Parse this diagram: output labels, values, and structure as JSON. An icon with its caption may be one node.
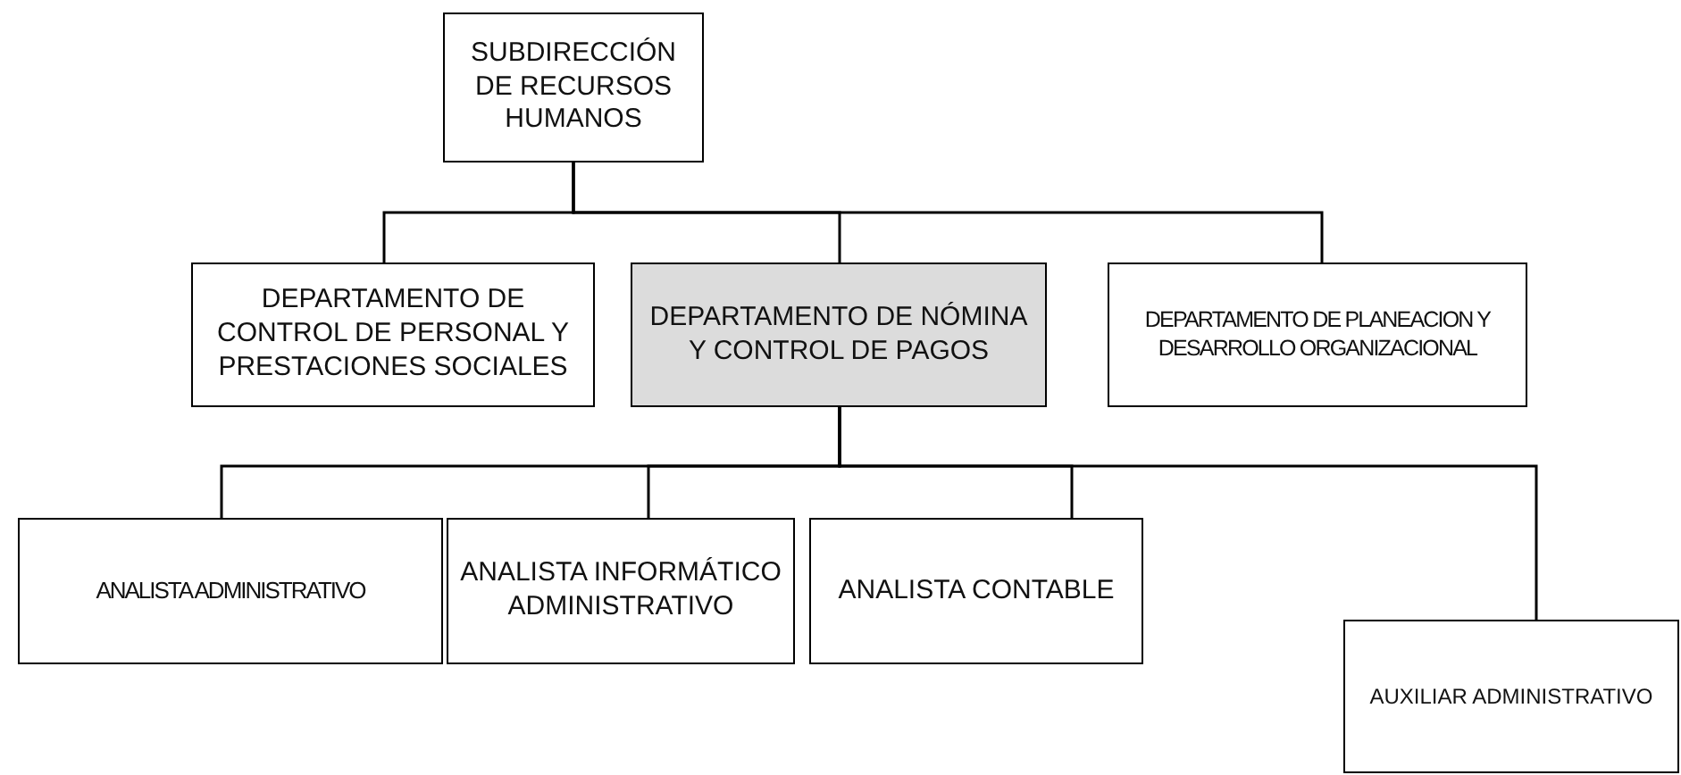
{
  "diagram": {
    "nodes": [
      {
        "text": [
          "SUBDIRECCIÓN DE RECURSOS HUMANOS"
        ]
      },
      {
        "text": [
          "DEPARTAMENTO DE CONTROL DE PERSONAL Y PRESTACIONES SOCIALES"
        ]
      },
      {
        "text": [
          "DEPARTAMENTO DE NÓMINA Y CONTROL DE PAGOS"
        ]
      },
      {
        "text": [
          "DEPARTAMENTO DE PLANEACION Y DESARROLLO ORGANIZACIONAL"
        ]
      },
      {
        "text": [
          "ANALISTA ADMINISTRATIVO"
        ]
      },
      {
        "text": [
          "ANALISTA INFORMÁTICO ADMINISTRATIVO"
        ]
      },
      {
        "text": [
          "ANALISTA CONTABLE"
        ]
      },
      {
        "text": [
          "AUXILIAR ADMINISTRATIVO"
        ]
      }
    ],
    "edges": [
      {
        "from": 0,
        "to": 1,
        "arrow": "none"
      },
      {
        "from": 0,
        "to": 2,
        "arrow": "none"
      },
      {
        "from": 0,
        "to": 3,
        "arrow": "none"
      },
      {
        "from": 2,
        "to": 4,
        "arrow": "none"
      },
      {
        "from": 2,
        "to": 5,
        "arrow": "none"
      },
      {
        "from": 2,
        "to": 6,
        "arrow": "none"
      },
      {
        "from": 2,
        "to": 7,
        "arrow": "none"
      }
    ]
  }
}
